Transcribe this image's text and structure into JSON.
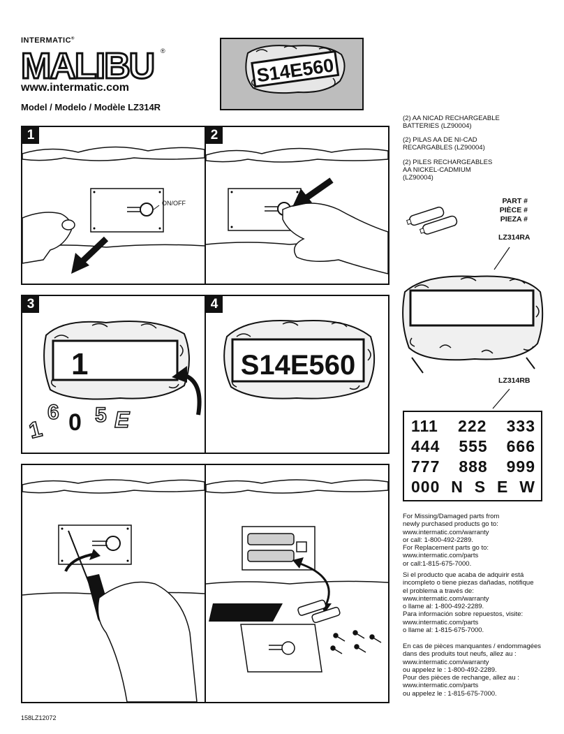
{
  "header": {
    "brand_small": "INTERMATIC",
    "brand_mark": "®",
    "logo_text": "MALIBU",
    "url": "www.intermatic.com",
    "model_line": "Model / Modelo / Modèle  LZ314R"
  },
  "hero": {
    "plate_text": "S14E560"
  },
  "steps": [
    {
      "number": "1",
      "callout": "ON/OFF"
    },
    {
      "number": "2"
    },
    {
      "number": "3",
      "plate_digit": "1",
      "loose_digits": [
        "1",
        "6",
        "0",
        "5",
        "E"
      ]
    },
    {
      "number": "4",
      "plate_text": "S14E560"
    }
  ],
  "batteries": {
    "en": [
      "(2) AA NICAD RECHARGEABLE",
      "BATTERIES (LZ90004)"
    ],
    "es": [
      "(2) PILAS AA DE NI-CAD",
      "RECARGABLES (LZ90004)"
    ],
    "fr": [
      "(2) PILES RECHARGEABLES",
      "AA NICKEL-CADMIUM",
      "(LZ90004)"
    ]
  },
  "parts": {
    "label": [
      "PART #",
      "PIÈCE #",
      "PIEZA #"
    ],
    "ra": "LZ314RA",
    "rb": "LZ314RB"
  },
  "digit_rows": [
    [
      "111",
      "222",
      "333"
    ],
    [
      "444",
      "555",
      "666"
    ],
    [
      "777",
      "888",
      "999"
    ],
    [
      "000",
      "N",
      "S",
      "E",
      "W"
    ]
  ],
  "info": {
    "en": [
      "For Missing/Damaged parts from",
      "newly purchased products go to:",
      "www.intermatic.com/warranty",
      "or call: 1-800-492-2289.",
      "For Replacement parts go to:",
      "www.intermatic.com/parts",
      "or call:1-815-675-7000."
    ],
    "es": [
      "Si el producto que acaba de adquirir está",
      "incompleto  o  tiene piezas dañadas, notifique",
      "el problema a través de:",
      "www.intermatic.com/warranty",
      "o llame al: 1-800-492-2289.",
      "Para información sobre repuestos, visite:",
      "www.intermatic.com/parts",
      "o llame al: 1-815-675-7000."
    ],
    "fr": [
      "En cas de pièces manquantes  /  endommagées",
      "dans des produits tout neufs, allez au  :",
      "www.intermatic.com/warranty",
      "ou appelez le   : 1-800-492-2289.",
      "Pour des pièces de rechange, allez au  :",
      "www.intermatic.com/parts",
      "ou appelez le  : 1-815-675-7000."
    ]
  },
  "footer": {
    "code": "158LZ12072"
  }
}
